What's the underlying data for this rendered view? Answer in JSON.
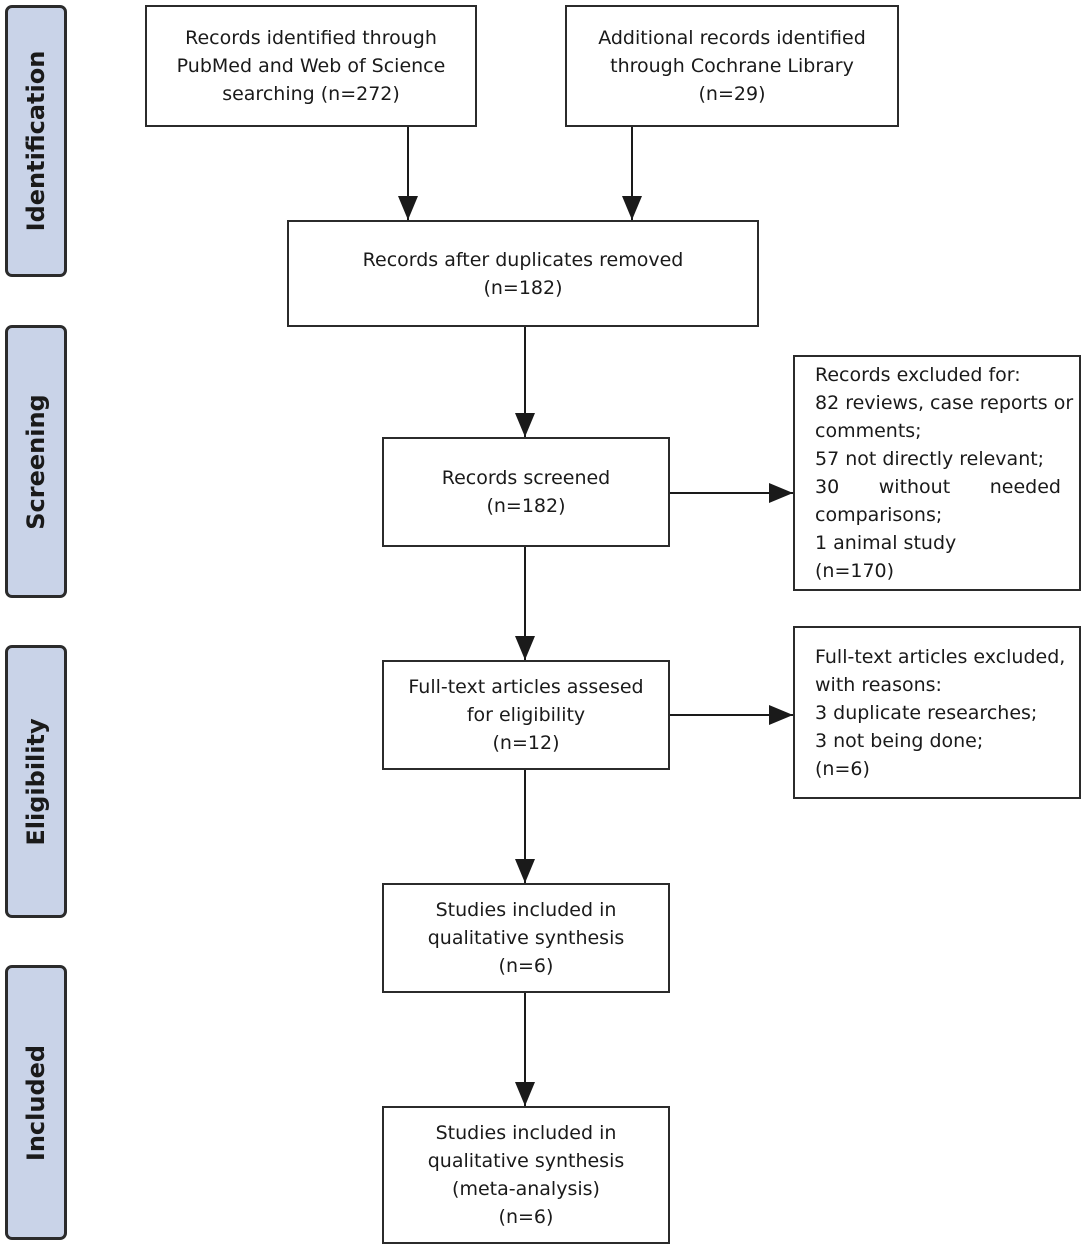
{
  "phases": {
    "identification": "Identification",
    "screening": "Screening",
    "eligibility": "Eligibility",
    "included": "Included"
  },
  "boxes": {
    "pubmed": [
      "Records identified through",
      "PubMed and Web of Science",
      "searching (n=272)"
    ],
    "cochrane": [
      "Additional records identified",
      "through Cochrane Library",
      "(n=29)"
    ],
    "duplicates": [
      "Records after duplicates removed",
      "(n=182)"
    ],
    "screened": [
      "Records screened",
      "(n=182)"
    ],
    "excluded": {
      "line1": "Records excluded for:",
      "line2": "82 reviews, case reports or",
      "line3": "comments;",
      "line4": "57 not directly relevant;",
      "line5_words": [
        "30",
        "without",
        "needed"
      ],
      "line6": "comparisons;",
      "line7": "1 animal study",
      "line8": "(n=170)"
    },
    "fulltext": [
      "Full-text articles assesed",
      "for eligibility",
      "(n=12)"
    ],
    "fulltext_excluded": [
      "Full-text articles excluded,",
      "with reasons:",
      "3 duplicate researches;",
      "3 not being done;",
      "(n=6)"
    ],
    "qualitative": [
      "Studies included in",
      "qualitative synthesis",
      "(n=6)"
    ],
    "meta": [
      "Studies included in",
      "qualitative synthesis",
      "(meta-analysis)",
      "(n=6)"
    ]
  },
  "colors": {
    "phase_fill": "#c9d3e8",
    "stroke": "#2b2b2b"
  }
}
